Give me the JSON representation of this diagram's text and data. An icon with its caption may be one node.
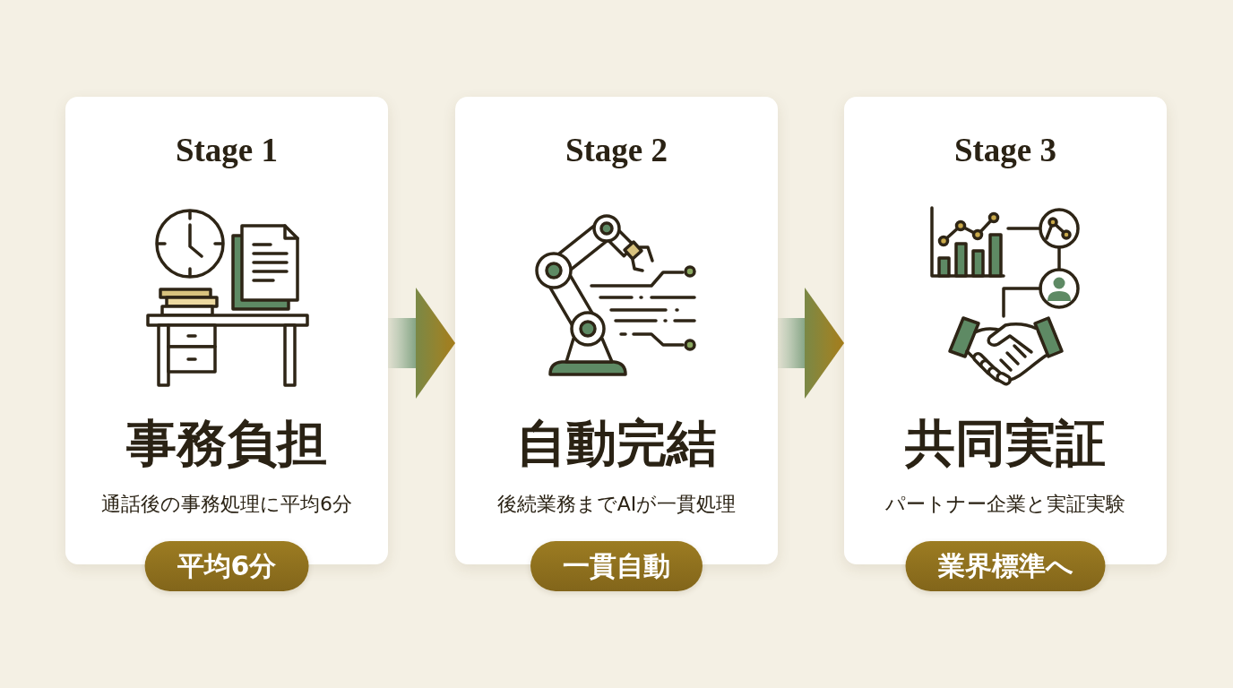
{
  "diagram": {
    "nodes": [
      {
        "text": [
          "Stage 1",
          "事務負担",
          "通話後の事務処理に平均6分"
        ]
      },
      {
        "text": [
          "平均6分"
        ]
      },
      {
        "text": [
          "Stage 2",
          "自動完結",
          "後続業務までAIが一貫処理"
        ]
      },
      {
        "text": [
          "一貫自動"
        ]
      },
      {
        "text": [
          "Stage 3",
          "共同実証",
          "パートナー企業と実証実験"
        ]
      },
      {
        "text": [
          "業界標準へ"
        ]
      }
    ],
    "edges": [
      {
        "from": 0,
        "to": 2,
        "arrow": "to"
      },
      {
        "from": 2,
        "to": 4,
        "arrow": "to"
      }
    ]
  }
}
